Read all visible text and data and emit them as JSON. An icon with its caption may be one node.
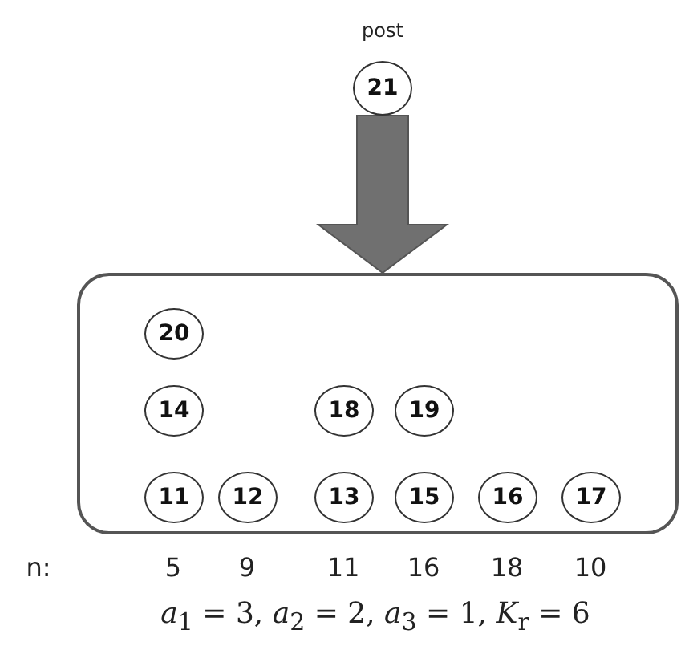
{
  "diagram": {
    "nodes": [
      {
        "text": [
          "21"
        ],
        "beside": [
          "post"
        ]
      },
      {
        "text": [],
        "shape": "box"
      },
      {
        "text": [
          "20"
        ],
        "in": 1
      },
      {
        "text": [
          "14"
        ],
        "in": 1
      },
      {
        "text": [
          "18"
        ],
        "in": 1
      },
      {
        "text": [
          "19"
        ],
        "in": 1
      },
      {
        "text": [
          "11"
        ],
        "in": 1
      },
      {
        "text": [
          "12"
        ],
        "in": 1
      },
      {
        "text": [
          "13"
        ],
        "in": 1
      },
      {
        "text": [
          "15"
        ],
        "in": 1
      },
      {
        "text": [
          "16"
        ],
        "in": 1
      },
      {
        "text": [
          "17"
        ],
        "in": 1
      }
    ],
    "edges": [
      {
        "from": 0,
        "to": 1,
        "arrow": "to",
        "style": "thick"
      }
    ],
    "labels": [
      "n:",
      "5",
      "9",
      "11",
      "16",
      "18",
      "10",
      "*a*$_{1}$ = 3, *a*$_{2}$ = 2, *a*$_{3}$ = 1, *K*$_{r}$ = 6"
    ]
  }
}
